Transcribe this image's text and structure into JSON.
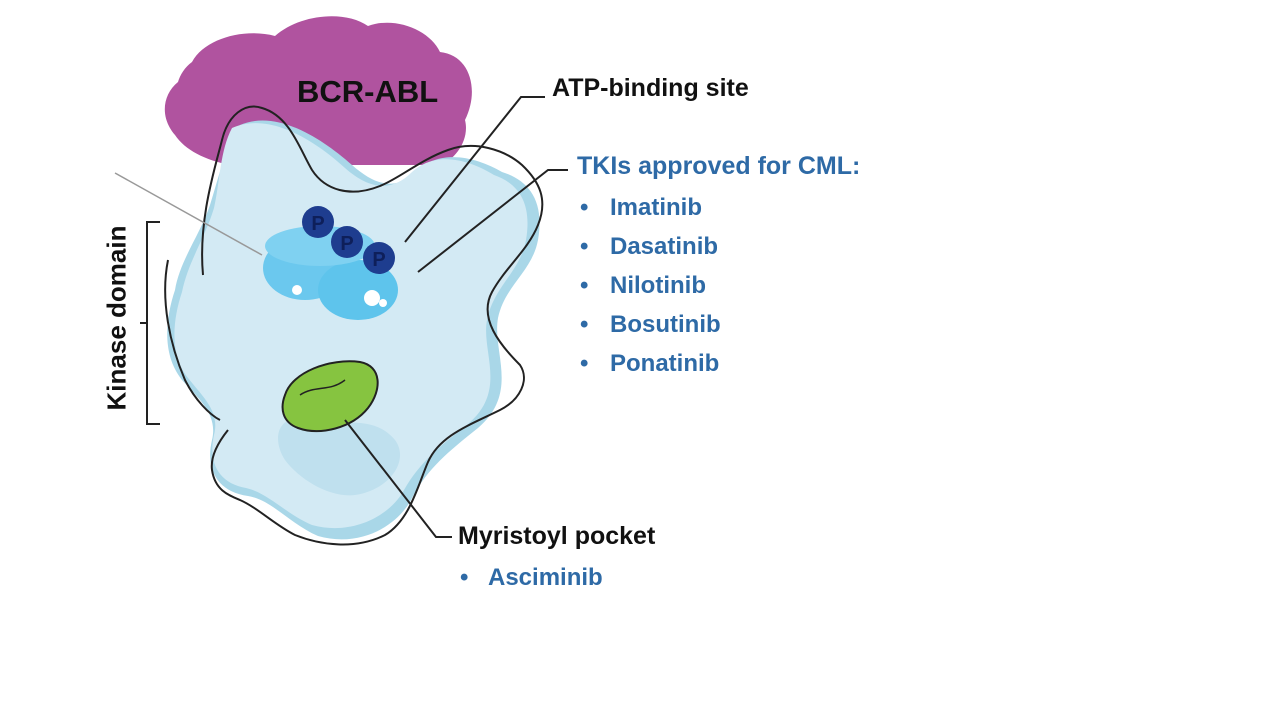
{
  "labels": {
    "bcr_abl": "BCR-ABL",
    "atp_binding_site": "ATP-binding site",
    "tki_heading": "TKIs approved for CML:",
    "myristoyl_pocket": "Myristoyl pocket",
    "kinase_domain": "Kinase domain",
    "phosphate": "P"
  },
  "tki_list": [
    "Imatinib",
    "Dasatinib",
    "Nilotinib",
    "Bosutinib",
    "Ponatinib"
  ],
  "myristoyl_drug": "Asciminib",
  "bullet_char": "•",
  "colors": {
    "bcr_abl": "#b0539f",
    "kinase_body": "#cfe8f3",
    "kinase_shadow": "#9fcfe2",
    "atp_pocket": "#5ec4ec",
    "phosphate": "#1e3d8f",
    "myristoyl_pocket": "#86c440",
    "label_blue": "#2e6aa6",
    "label_dark": "#111111"
  }
}
